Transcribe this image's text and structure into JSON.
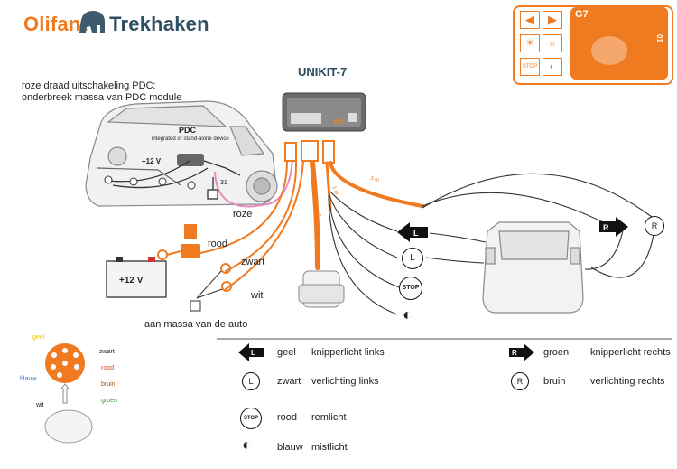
{
  "brand": {
    "olifant": "Olifant",
    "trekhaken": "Trekhaken"
  },
  "kit": {
    "title": "UNIKIT-7",
    "code": "G7",
    "side_code": "01"
  },
  "pdc_note": {
    "line1": "roze  draad uitschakeling PDC:",
    "line2": "onderbreek massa van PDC module"
  },
  "pdc": {
    "label": "PDC",
    "sublabel": "integrated or stand-alone device",
    "voltage": "+12 V",
    "pin": "31"
  },
  "wires": {
    "roze": "roze",
    "rood": "rood",
    "zwart": "zwart",
    "wit": "wit",
    "mass": "aan massa van de auto"
  },
  "battery": {
    "voltage": "+12 V"
  },
  "lengths": {
    "a": "3 m",
    "b": "1 m",
    "c": "1,7"
  },
  "socket_pins": {
    "geel": "geel",
    "zwart": "zwart",
    "rood": "rood",
    "blauw": "blauw",
    "bruin": "bruin",
    "groen": "groen",
    "wit": "wit"
  },
  "legend": {
    "left": [
      {
        "color": "geel",
        "desc": "knipperlicht links",
        "icon": "arrow-left-L-icon"
      },
      {
        "color": "zwart",
        "desc": "verlichting links",
        "icon": "lamp-L-icon"
      },
      {
        "color": "rood",
        "desc": "remlicht",
        "icon": "stop-icon"
      },
      {
        "color": "blauw",
        "desc": "mistlicht",
        "icon": "fog-light-icon"
      }
    ],
    "right": [
      {
        "color": "groen",
        "desc": "knipperlicht rechts",
        "icon": "arrow-right-R-icon"
      },
      {
        "color": "bruin",
        "desc": "verlichting rechts",
        "icon": "lamp-R-icon"
      }
    ]
  },
  "icon_text": {
    "L": "L",
    "R": "R",
    "stop": "STOP"
  },
  "colors": {
    "orange": "#f07a1f",
    "navy": "#2f4f63",
    "pink": "#e88ac0",
    "wire": "#333333"
  }
}
